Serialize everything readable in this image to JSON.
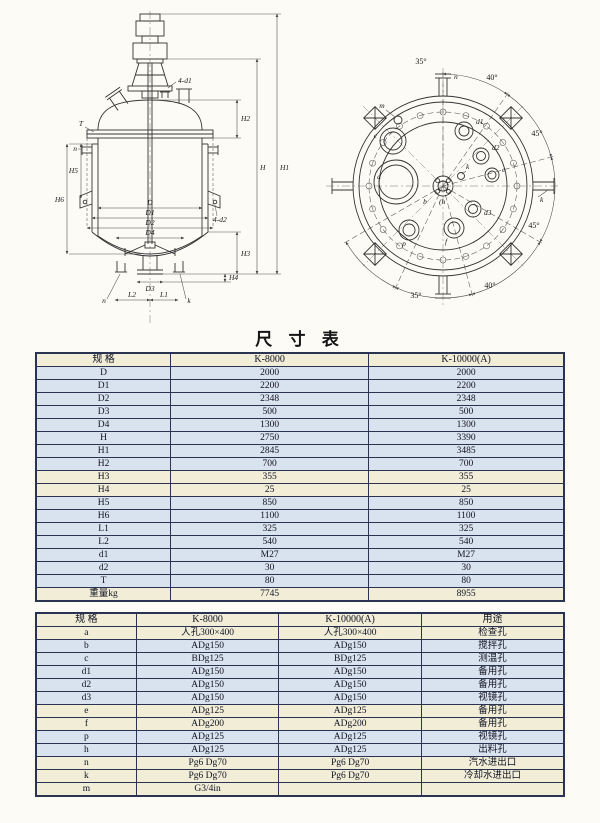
{
  "page": {
    "title": "尺 寸 表"
  },
  "colors": {
    "row_blue": "#d9e2ef",
    "row_cream": "#f1edd7",
    "table_border": "#2a3352",
    "line": "#333333"
  },
  "dimension_table": {
    "headers": [
      "规    格",
      "K-8000",
      "K-10000(A)"
    ],
    "rows": [
      {
        "tone": "blue",
        "cells": [
          "D",
          "2000",
          "2000"
        ]
      },
      {
        "tone": "blue",
        "cells": [
          "D1",
          "2200",
          "2200"
        ]
      },
      {
        "tone": "blue",
        "cells": [
          "D2",
          "2348",
          "2348"
        ]
      },
      {
        "tone": "blue",
        "cells": [
          "D3",
          "500",
          "500"
        ]
      },
      {
        "tone": "blue",
        "cells": [
          "D4",
          "1300",
          "1300"
        ]
      },
      {
        "tone": "blue",
        "cells": [
          "H",
          "2750",
          "3390"
        ]
      },
      {
        "tone": "blue",
        "cells": [
          "H1",
          "2845",
          "3485"
        ]
      },
      {
        "tone": "blue",
        "cells": [
          "H2",
          "700",
          "700"
        ]
      },
      {
        "tone": "cream",
        "cells": [
          "H3",
          "355",
          "355"
        ]
      },
      {
        "tone": "cream",
        "cells": [
          "H4",
          "25",
          "25"
        ]
      },
      {
        "tone": "blue",
        "cells": [
          "H5",
          "850",
          "850"
        ]
      },
      {
        "tone": "blue",
        "cells": [
          "H6",
          "1100",
          "1100"
        ]
      },
      {
        "tone": "blue",
        "cells": [
          "L1",
          "325",
          "325"
        ]
      },
      {
        "tone": "blue",
        "cells": [
          "L2",
          "540",
          "540"
        ]
      },
      {
        "tone": "blue",
        "cells": [
          "d1",
          "M27",
          "M27"
        ]
      },
      {
        "tone": "blue",
        "cells": [
          "d2",
          "30",
          "30"
        ]
      },
      {
        "tone": "blue",
        "cells": [
          "T",
          "80",
          "80"
        ]
      },
      {
        "tone": "cream",
        "cells": [
          "重量kg",
          "7745",
          "8955"
        ]
      }
    ]
  },
  "port_table": {
    "headers": [
      "规    格",
      "K-8000",
      "K-10000(A)",
      "用途"
    ],
    "rows": [
      {
        "tone": "cream",
        "cells": [
          "a",
          "人孔300×400",
          "人孔300×400",
          "检查孔"
        ]
      },
      {
        "tone": "blue",
        "cells": [
          "b",
          "ADg150",
          "ADg150",
          "搅拌孔"
        ]
      },
      {
        "tone": "blue",
        "cells": [
          "c",
          "BDg125",
          "BDg125",
          "测温孔"
        ]
      },
      {
        "tone": "blue",
        "cells": [
          "d1",
          "ADg150",
          "ADg150",
          "备用孔"
        ]
      },
      {
        "tone": "blue",
        "cells": [
          "d2",
          "ADg150",
          "ADg150",
          "备用孔"
        ]
      },
      {
        "tone": "blue",
        "cells": [
          "d3",
          "ADg150",
          "ADg150",
          "视镜孔"
        ]
      },
      {
        "tone": "cream",
        "cells": [
          "e",
          "ADg125",
          "ADg125",
          "备用孔"
        ]
      },
      {
        "tone": "cream",
        "cells": [
          "f",
          "ADg200",
          "ADg200",
          "备用孔"
        ]
      },
      {
        "tone": "blue",
        "cells": [
          "p",
          "ADg125",
          "ADg125",
          "视镜孔"
        ]
      },
      {
        "tone": "blue",
        "cells": [
          "h",
          "ADg125",
          "ADg125",
          "出料孔"
        ]
      },
      {
        "tone": "cream",
        "cells": [
          "n",
          "Pg6 Dg70",
          "Pg6 Dg70",
          "汽水进出口"
        ]
      },
      {
        "tone": "cream",
        "cells": [
          "k",
          "Pg6 Dg70",
          "Pg6 Dg70",
          "冷却水进出口"
        ]
      },
      {
        "tone": "cream",
        "cells": [
          "m",
          "G3/4in",
          "",
          ""
        ]
      }
    ]
  },
  "side_view": {
    "labels": {
      "four_d1": "4-d1",
      "four_d2": "4-d2",
      "t": "T",
      "n_left": "n",
      "n_bottom": "n",
      "k_bottom": "k",
      "d": "D",
      "d1": "D1",
      "d2": "D2",
      "d3": "D3",
      "d4": "D4",
      "h": "H",
      "h1": "H1",
      "h2": "H2",
      "h3": "H3",
      "h4": "H4",
      "h5": "H5",
      "h6": "H6",
      "l1": "L1",
      "l2": "L2"
    }
  },
  "top_view": {
    "angles": {
      "a1": "35°",
      "a2": "40°",
      "a3": "45°",
      "a4": "45°",
      "a5": "40°",
      "a6": "35°"
    },
    "ports": {
      "a": "a",
      "b": "b",
      "h": "(h",
      "c": "c",
      "d1": "d1",
      "d2": "d2",
      "d3": "d3",
      "e": "e",
      "f": "f",
      "k": "k",
      "m": "m",
      "n": "n",
      "p": "p"
    }
  }
}
